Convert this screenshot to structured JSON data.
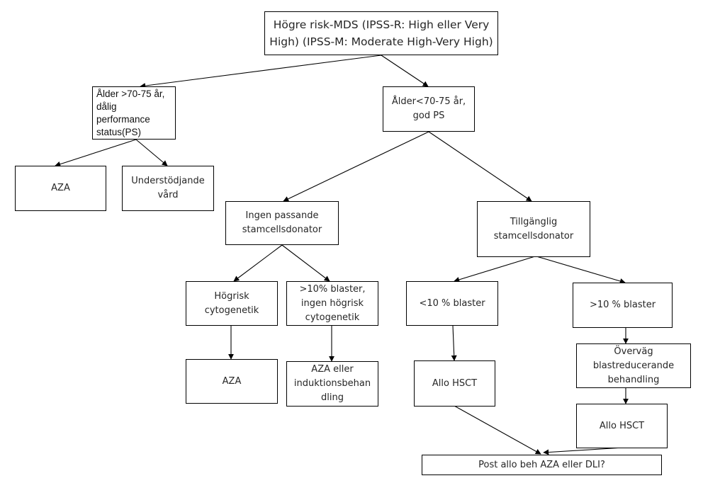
{
  "diagram": {
    "type": "flowchart",
    "nodes": [
      {
        "id": "root",
        "label": "Högre risk-MDS (IPSS-R: High eller Very\nHigh) (IPSS-M: Moderate High-Very High)"
      },
      {
        "id": "old",
        "label": "Ålder >70-75 år,\ndålig\nperformance\nstatus(PS)"
      },
      {
        "id": "young",
        "label": "Ålder<70-75 år,\ngod PS"
      },
      {
        "id": "aza1",
        "label": "AZA"
      },
      {
        "id": "support",
        "label": "Understödjande\nvård"
      },
      {
        "id": "nodonor",
        "label": "Ingen passande\nstamcellsdonator"
      },
      {
        "id": "donor",
        "label": "Tillgänglig\nstamcellsdonator"
      },
      {
        "id": "hrcyto",
        "label": "Högrisk\ncytogenetik"
      },
      {
        "id": "blast_nohr",
        "label": ">10% blaster,\ningen högrisk\ncytogenetik"
      },
      {
        "id": "lt10",
        "label": "<10 % blaster"
      },
      {
        "id": "gt10",
        "label": ">10 % blaster"
      },
      {
        "id": "aza2",
        "label": "AZA"
      },
      {
        "id": "aza_ind",
        "label": "AZA eller\ninduktionsbehan\ndling"
      },
      {
        "id": "hsct1",
        "label": "Allo HSCT"
      },
      {
        "id": "reduce",
        "label": "Överväg\nblastreducerande\nbehandling"
      },
      {
        "id": "hsct2",
        "label": "Allo HSCT"
      },
      {
        "id": "post",
        "label": "Post allo beh AZA eller DLI?"
      }
    ],
    "edges": [
      {
        "from": "root",
        "to": "old"
      },
      {
        "from": "root",
        "to": "young"
      },
      {
        "from": "old",
        "to": "aza1"
      },
      {
        "from": "old",
        "to": "support"
      },
      {
        "from": "young",
        "to": "nodonor"
      },
      {
        "from": "young",
        "to": "donor"
      },
      {
        "from": "nodonor",
        "to": "hrcyto"
      },
      {
        "from": "nodonor",
        "to": "blast_nohr"
      },
      {
        "from": "donor",
        "to": "lt10"
      },
      {
        "from": "donor",
        "to": "gt10"
      },
      {
        "from": "hrcyto",
        "to": "aza2"
      },
      {
        "from": "blast_nohr",
        "to": "aza_ind"
      },
      {
        "from": "lt10",
        "to": "hsct1"
      },
      {
        "from": "gt10",
        "to": "reduce"
      },
      {
        "from": "reduce",
        "to": "hsct2"
      },
      {
        "from": "hsct1",
        "to": "post"
      },
      {
        "from": "hsct2",
        "to": "post"
      }
    ]
  }
}
